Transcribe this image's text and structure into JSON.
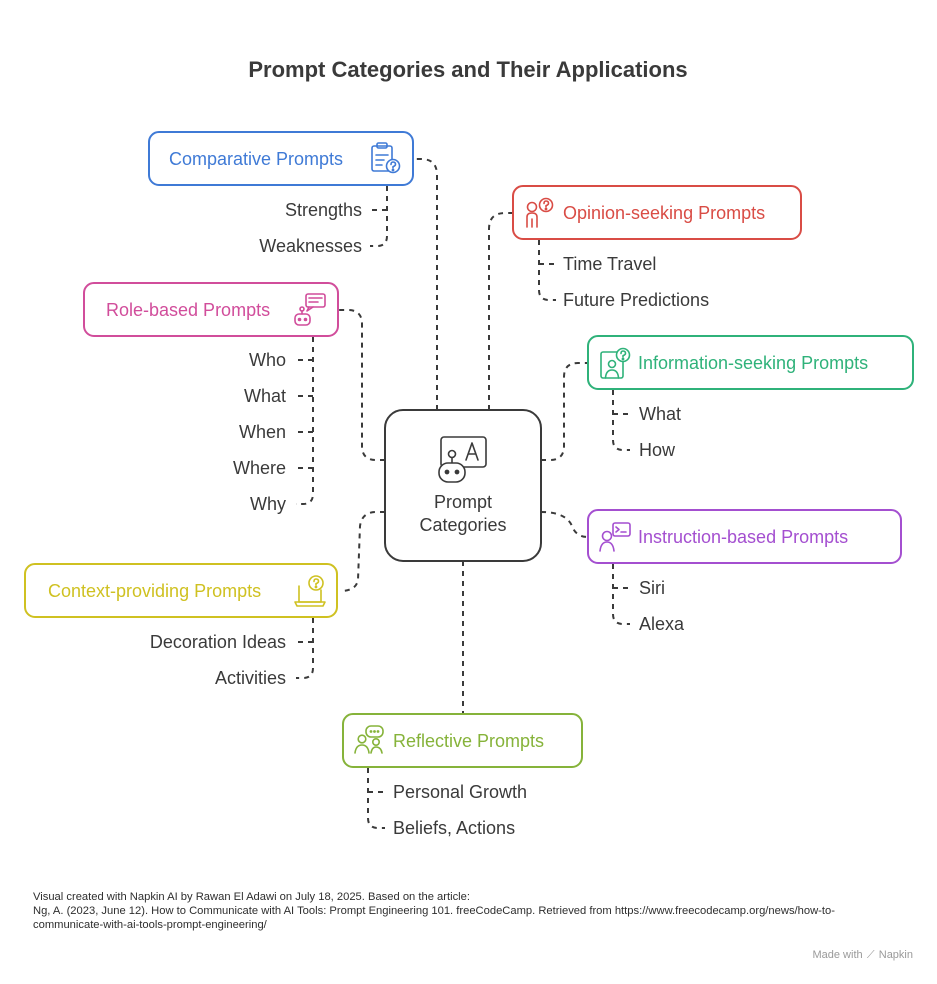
{
  "title": "Prompt Categories and Their Applications",
  "center": {
    "line1": "Prompt",
    "line2": "Categories"
  },
  "categories": [
    {
      "name": "Comparative Prompts",
      "color": "#3f7ad6",
      "icon": "clipboard-question-icon",
      "items": [
        "Strengths",
        "Weaknesses"
      ]
    },
    {
      "name": "Opinion-seeking Prompts",
      "color": "#d94c45",
      "icon": "person-question-icon",
      "items": [
        "Time Travel",
        "Future Predictions"
      ]
    },
    {
      "name": "Role-based Prompts",
      "color": "#d14d9b",
      "icon": "robot-chat-icon",
      "items": [
        "Who",
        "What",
        "When",
        "Where",
        "Why"
      ]
    },
    {
      "name": "Information-seeking Prompts",
      "color": "#2fb27a",
      "icon": "screen-person-question-icon",
      "items": [
        "What",
        "How"
      ]
    },
    {
      "name": "Instruction-based Prompts",
      "color": "#a44fd0",
      "icon": "person-terminal-icon",
      "items": [
        "Siri",
        "Alexa"
      ]
    },
    {
      "name": "Context-providing Prompts",
      "color": "#cfc121",
      "icon": "laptop-question-icon",
      "items": [
        "Decoration Ideas",
        "Activities"
      ]
    },
    {
      "name": "Reflective Prompts",
      "color": "#86b33a",
      "icon": "people-chat-icon",
      "items": [
        "Personal Growth",
        "Beliefs, Actions"
      ]
    }
  ],
  "footer": {
    "line1": "Visual created with Napkin AI by Rawan El Adawi on July 18, 2025. Based on the article:",
    "line2": "Ng, A. (2023, June 12). How to Communicate with AI Tools: Prompt Engineering 101. freeCodeCamp. Retrieved from https://www.freecodecamp.org/news/how-to-",
    "line3": "communicate-with-ai-tools-prompt-engineering/"
  },
  "brand": {
    "prefix": "Made with",
    "name": "Napkin"
  }
}
